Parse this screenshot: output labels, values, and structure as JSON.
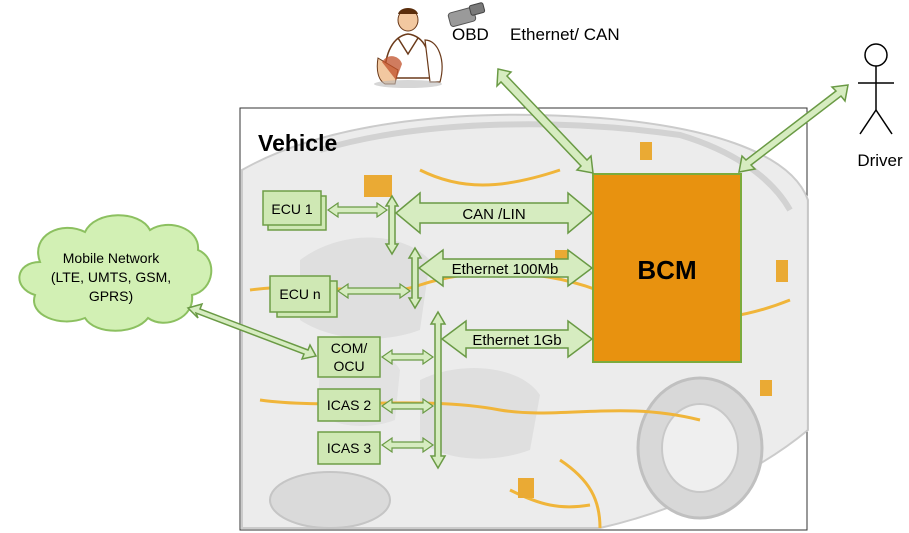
{
  "colors": {
    "box_fill": "#cfe8b4",
    "box_stroke": "#6e9d47",
    "arrow_fill": "#d6ecc0",
    "arrow_stroke": "#6a9a45",
    "bcm_fill": "#e8920f",
    "bcm_stroke": "#7cab3c",
    "cloud_fill": "#d2f0b4",
    "car_body": "#e4e4e4",
    "wiring": "#f0b230"
  },
  "top": {
    "obd_label": "OBD",
    "ethernet_can_label": "Ethernet/ CAN"
  },
  "actors": {
    "driver_label": "Driver"
  },
  "cloud": {
    "line1": "Mobile Network",
    "line2": "(LTE, UMTS, GSM,",
    "line3": "GPRS)"
  },
  "vehicle": {
    "title": "Vehicle",
    "bcm_label": "BCM",
    "ecus": {
      "ecu1": "ECU 1",
      "ecun": "ECU n",
      "com_line1": "COM/",
      "com_line2": "OCU",
      "icas2": "ICAS 2",
      "icas3": "ICAS 3"
    },
    "buses": {
      "can_lin": "CAN /LIN",
      "eth100": "Ethernet 100Mb",
      "eth1g": "Ethernet 1Gb"
    }
  }
}
